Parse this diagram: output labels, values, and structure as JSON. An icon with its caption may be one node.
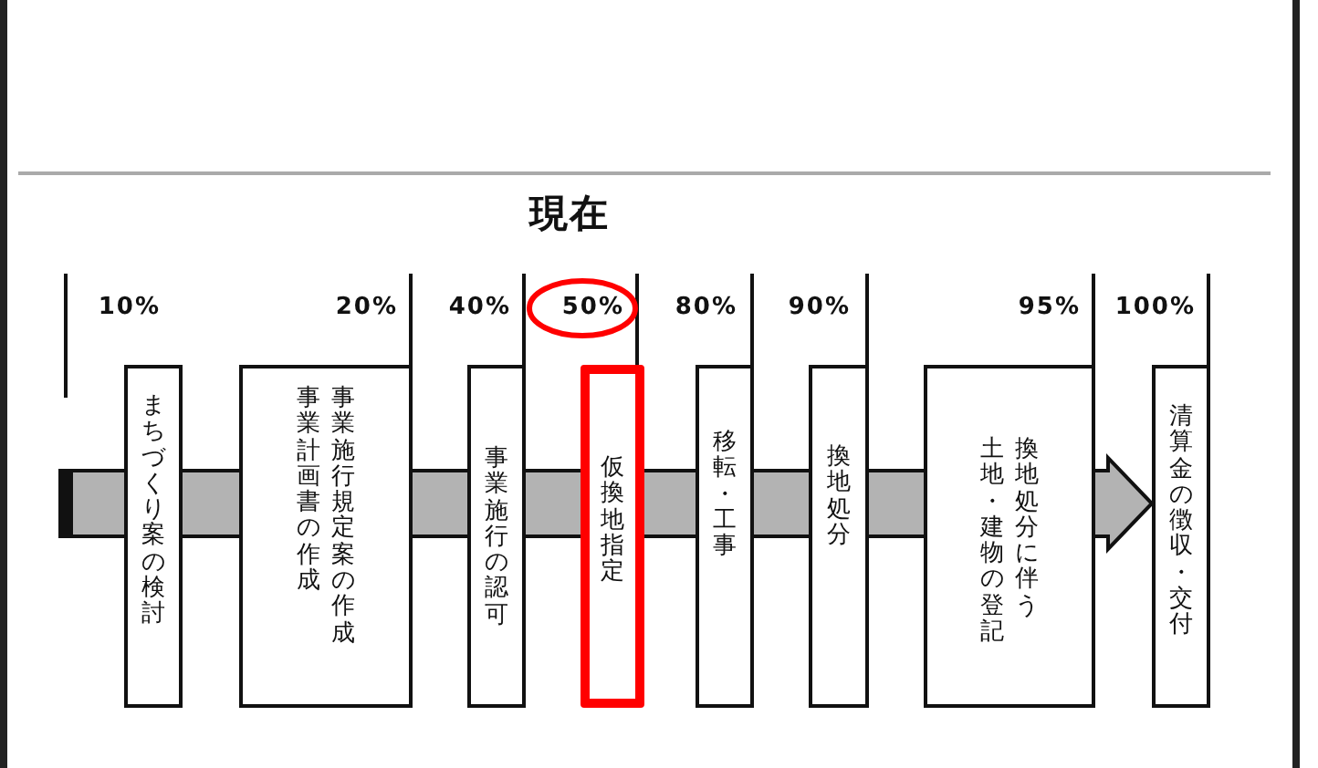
{
  "diagram": {
    "title": "現在",
    "nodes": [
      {
        "text": [
          "まちづくり案の検討"
        ],
        "beside": [
          "10%"
        ]
      },
      {
        "text": [
          "事業計画書の作成",
          "事業施行規定案の作成"
        ],
        "beside": [
          "20%"
        ]
      },
      {
        "text": [
          "事業施行の認可"
        ],
        "beside": [
          "40%"
        ]
      },
      {
        "text": [
          "仮換地指定"
        ],
        "beside": [
          "50%"
        ]
      },
      {
        "text": [
          "移転・工事"
        ],
        "beside": [
          "80%"
        ]
      },
      {
        "text": [
          "換地処分"
        ],
        "beside": [
          "90%"
        ]
      },
      {
        "text": [
          "土地・建物の登記",
          "換地処分に伴う"
        ],
        "beside": [
          "95%"
        ]
      },
      {
        "text": [
          "清算金の徴収・交付"
        ],
        "beside": [
          "100%"
        ]
      }
    ],
    "edges": [
      {
        "from": null,
        "to": 0,
        "arrow": "none"
      },
      {
        "from": 0,
        "to": 1,
        "arrow": "none"
      },
      {
        "from": 1,
        "to": 2,
        "arrow": "none"
      },
      {
        "from": 2,
        "to": 3,
        "arrow": "none"
      },
      {
        "from": 3,
        "to": 4,
        "arrow": "none"
      },
      {
        "from": 4,
        "to": 5,
        "arrow": "none"
      },
      {
        "from": 5,
        "to": 6,
        "arrow": "none"
      },
      {
        "from": 6,
        "to": 7,
        "arrow": "to"
      }
    ]
  }
}
